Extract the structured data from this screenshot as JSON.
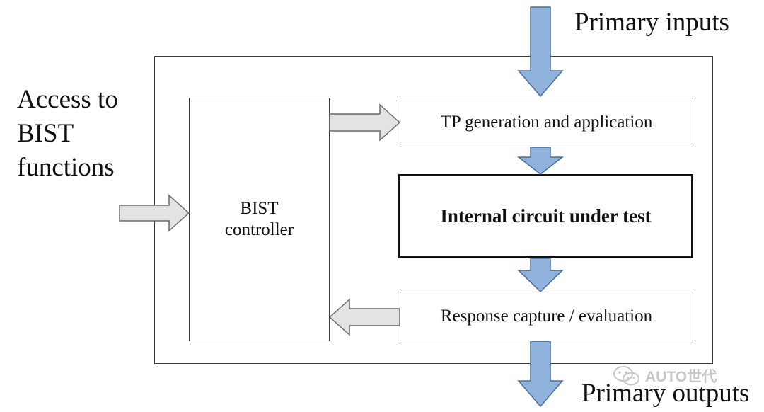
{
  "labels": {
    "primary_inputs": "Primary inputs",
    "primary_outputs": "Primary outputs",
    "access_line1": "Access to",
    "access_line2": "BIST",
    "access_line3": "functions"
  },
  "blocks": {
    "bist_controller_line1": "BIST",
    "bist_controller_line2": "controller",
    "tp_generation": "TP generation and application",
    "circuit_under_test": "Internal circuit under test",
    "response_capture": "Response capture / evaluation"
  },
  "watermark": {
    "text": "AUTO世代",
    "icon": "wechat-icon"
  },
  "colors": {
    "blue_arrow_fill": "#8fb3dc",
    "blue_arrow_stroke": "#4a6f9c",
    "gray_arrow_fill": "#e3e3e3",
    "gray_arrow_stroke": "#6b6b6b",
    "border": "#3a3a3a"
  }
}
